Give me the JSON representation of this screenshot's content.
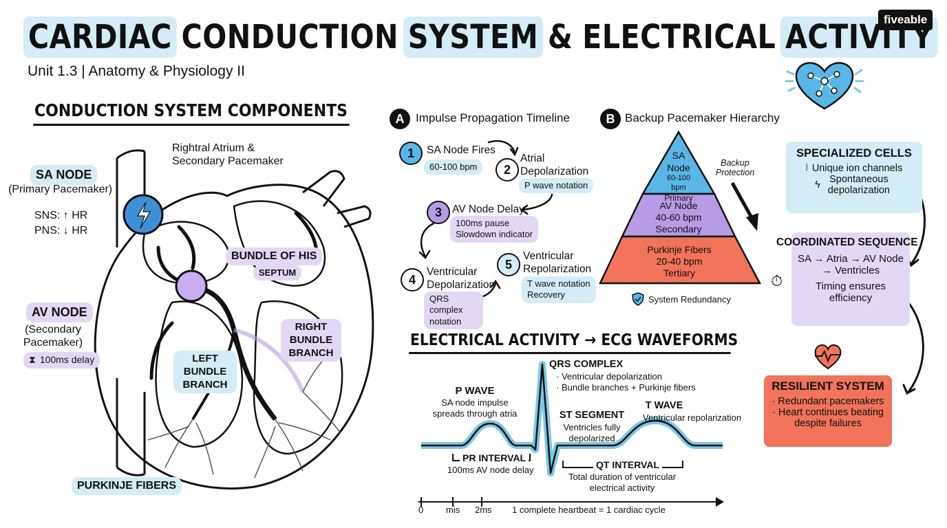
{
  "header": {
    "title_parts": [
      "CARDIAC",
      "CONDUCTION",
      "SYSTEM",
      "&",
      "ELECTRICAL",
      "ACTIVITY"
    ],
    "subtitle": "Unit 1.3 | Anatomy & Physiology II",
    "logo": "fiveable",
    "heart_icon": "heart-network-icon"
  },
  "components": {
    "heading": "CONDUCTION SYSTEM COMPONENTS",
    "right_atrium_label": "Rightral Atrium & Secondary Pacemaker",
    "sa_node": {
      "title": "SA NODE",
      "subtitle": "(Primary Pacemaker)",
      "sns": "SNS: ↑ HR",
      "pns": "PNS: ↓ HR"
    },
    "av_node": {
      "title": "AV NODE",
      "subtitle": "(Secondary Pacemaker)",
      "delay": "100ms delay"
    },
    "bundle_of_his": {
      "title": "BUNDLE OF HIS",
      "septum": "SEPTUM"
    },
    "left_bundle": "LEFT BUNDLE BRANCH",
    "right_bundle": "RIGHT BUNDLE BRANCH",
    "purkinje": "PURKINJE FIBERS",
    "colors": {
      "blue": "#3d8fd6",
      "purple": "#b79be6",
      "light_blue": "#d3ecf5",
      "light_purple": "#e3d8f3",
      "red": "#f0735a"
    }
  },
  "timeline": {
    "badge": "A",
    "heading": "Impulse Propagation Timeline",
    "steps": [
      {
        "num": "1",
        "title": "SA Node Fires",
        "notes": [
          "60-100 bpm"
        ]
      },
      {
        "num": "2",
        "title": "Atrial Depolarization",
        "notes": [
          "P wave notation"
        ]
      },
      {
        "num": "3",
        "title": "AV Node Delay",
        "notes": [
          "100ms pause",
          "Slowdown indicator"
        ]
      },
      {
        "num": "4",
        "title": "Ventricular Depolarization",
        "notes": [
          "QRS complex notation"
        ]
      },
      {
        "num": "5",
        "title": "Ventricular Repolarization",
        "notes": [
          "T wave notation",
          "Recovery"
        ]
      }
    ]
  },
  "hierarchy": {
    "badge": "B",
    "heading": "Backup Pacemaker Hierarchy",
    "tiers": [
      {
        "lines": [
          "SA",
          "Node",
          "60-100 bpm",
          "Primary"
        ]
      },
      {
        "lines": [
          "AV Node",
          "40-60 bpm",
          "Secondary"
        ]
      },
      {
        "lines": [
          "Purkinje Fibers",
          "20-40 bpm",
          "Tertiary"
        ]
      }
    ],
    "backup_note": "Backup Protection",
    "redundancy": "System Redundancy"
  },
  "ecg": {
    "heading": "ELECTRICAL ACTIVITY → ECG WAVEFORMS",
    "p_wave": {
      "title": "P WAVE",
      "desc": "SA node impulse spreads through atria"
    },
    "qrs": {
      "title": "QRS COMPLEX",
      "items": [
        "· Ventricular depolarization",
        "· Bundle branches + Purkinje fibers"
      ]
    },
    "st": {
      "title": "ST SEGMENT",
      "desc": "Ventricles fully depolarized"
    },
    "t_wave": {
      "title": "T WAVE",
      "desc": "Ventricular repolarization"
    },
    "pr": {
      "title": "PR INTERVAL",
      "desc": "100ms AV node delay"
    },
    "qt": {
      "title": "QT INTERVAL",
      "desc": "Total duration of ventricular electrical activity"
    },
    "axis": {
      "ticks": [
        "0",
        "mis",
        "2ms"
      ],
      "caption": "1 complete heartbeat = 1 cardiac cycle"
    }
  },
  "side": {
    "specialized": {
      "title": "SPECIALIZED CELLS",
      "items": [
        "Unique ion channels",
        "Spontaneous depolarization"
      ]
    },
    "coordinated": {
      "title": "COORDINATED SEQUENCE",
      "seq": "SA → Atria → AV Node → Ventricles",
      "note": "Timing ensures efficiency"
    },
    "resilient": {
      "title": "RESILIENT SYSTEM",
      "items": [
        "· Redundant pacemakers",
        "· Heart continues beating despite failures"
      ]
    }
  }
}
